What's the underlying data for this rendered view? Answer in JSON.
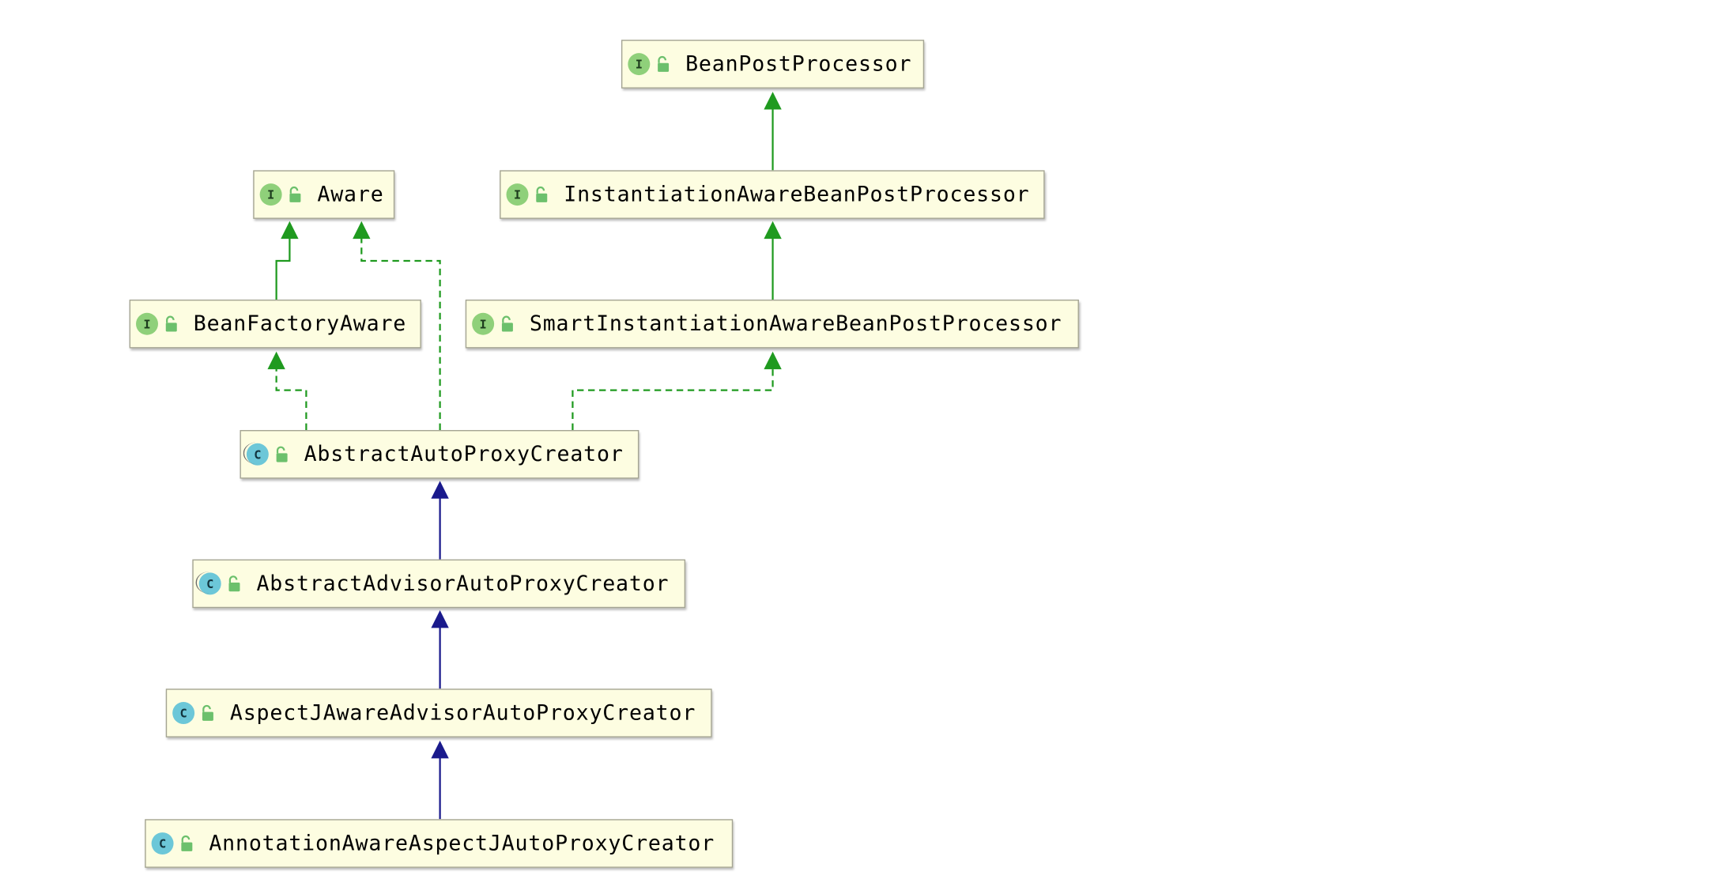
{
  "colors": {
    "node_fill": "#fdfde1",
    "node_border": "#a4a493",
    "implements_edge": "#1f9a1f",
    "extends_edge": "#1a1a8c",
    "interface_icon": "#8fd07a",
    "class_icon": "#6cc7d8",
    "lock_icon": "#6cc06c"
  },
  "nodes": [
    {
      "id": "bpp",
      "name": "BeanPostProcessor",
      "kind": "interface",
      "kind_letter": "I",
      "icon": "interface-icon"
    },
    {
      "id": "aware",
      "name": "Aware",
      "kind": "interface",
      "kind_letter": "I",
      "icon": "interface-icon"
    },
    {
      "id": "iabpp",
      "name": "InstantiationAwareBeanPostProcessor",
      "kind": "interface",
      "kind_letter": "I",
      "icon": "interface-icon"
    },
    {
      "id": "bfa",
      "name": "BeanFactoryAware",
      "kind": "interface",
      "kind_letter": "I",
      "icon": "interface-icon"
    },
    {
      "id": "siabpp",
      "name": "SmartInstantiationAwareBeanPostProcessor",
      "kind": "interface",
      "kind_letter": "I",
      "icon": "interface-icon"
    },
    {
      "id": "aapc",
      "name": "AbstractAutoProxyCreator",
      "kind": "abstract",
      "kind_letter": "C",
      "icon": "abstract-class-icon"
    },
    {
      "id": "aaapc",
      "name": "AbstractAdvisorAutoProxyCreator",
      "kind": "abstract",
      "kind_letter": "C",
      "icon": "abstract-class-icon"
    },
    {
      "id": "ajaapc",
      "name": "AspectJAwareAdvisorAutoProxyCreator",
      "kind": "class",
      "kind_letter": "C",
      "icon": "class-icon"
    },
    {
      "id": "anaapc",
      "name": "AnnotationAwareAspectJAutoProxyCreator",
      "kind": "class",
      "kind_letter": "C",
      "icon": "class-icon"
    }
  ],
  "edges": [
    {
      "from": "iabpp",
      "to": "bpp",
      "relation": "extends-interface"
    },
    {
      "from": "bfa",
      "to": "aware",
      "relation": "extends-interface"
    },
    {
      "from": "siabpp",
      "to": "iabpp",
      "relation": "extends-interface"
    },
    {
      "from": "aapc",
      "to": "bfa",
      "relation": "implements"
    },
    {
      "from": "aapc",
      "to": "aware",
      "relation": "implements"
    },
    {
      "from": "aapc",
      "to": "siabpp",
      "relation": "implements"
    },
    {
      "from": "aaapc",
      "to": "aapc",
      "relation": "extends-class"
    },
    {
      "from": "ajaapc",
      "to": "aaapc",
      "relation": "extends-class"
    },
    {
      "from": "anaapc",
      "to": "ajaapc",
      "relation": "extends-class"
    }
  ]
}
